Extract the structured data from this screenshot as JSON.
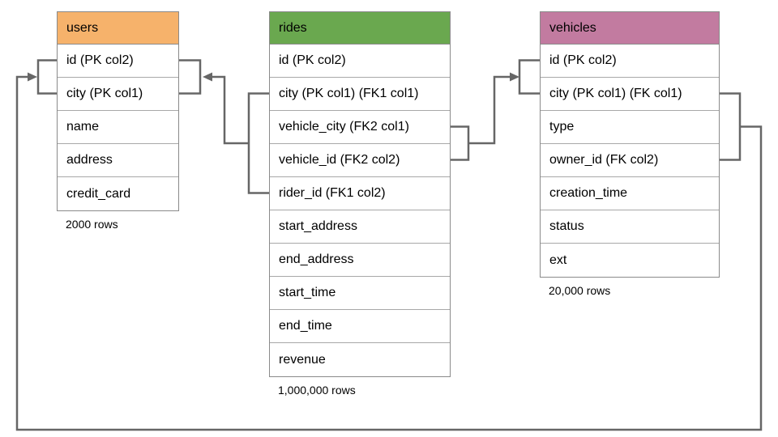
{
  "colors": {
    "connector": "#666666",
    "table-border": "#8a8a8a",
    "users-header": "#F6B26B",
    "rides-header": "#6AA84F",
    "vehicles-header": "#C27BA0"
  },
  "tables": [
    {
      "title": "users",
      "columns": [
        "id (PK col2)",
        "city (PK col1)",
        "name",
        "address",
        "credit_card"
      ],
      "row_count": "2000 rows"
    },
    {
      "title": "rides",
      "columns": [
        "id (PK col2)",
        "city (PK col1) (FK1 col1)",
        "vehicle_city (FK2 col1)",
        "vehicle_id (FK2 col2)",
        "rider_id (FK1 col2)",
        "start_address",
        "end_address",
        "start_time",
        "end_time",
        "revenue"
      ],
      "row_count": "1,000,000 rows"
    },
    {
      "title": "vehicles",
      "columns": [
        "id (PK col2)",
        "city (PK col1) (FK col1)",
        "type",
        "owner_id (FK col2)",
        "creation_time",
        "status",
        "ext"
      ],
      "row_count": "20,000 rows"
    }
  ],
  "relationships": [
    {
      "name": "rides-FK1-users",
      "from": "rides (city, rider_id)",
      "to": "users (id, city)"
    },
    {
      "name": "rides-FK2-vehicles",
      "from": "rides (vehicle_city, vehicle_id)",
      "to": "vehicles (id, city)"
    },
    {
      "name": "vehicles-FK-users",
      "from": "vehicles (city, owner_id)",
      "to": "users (id, city)"
    }
  ]
}
